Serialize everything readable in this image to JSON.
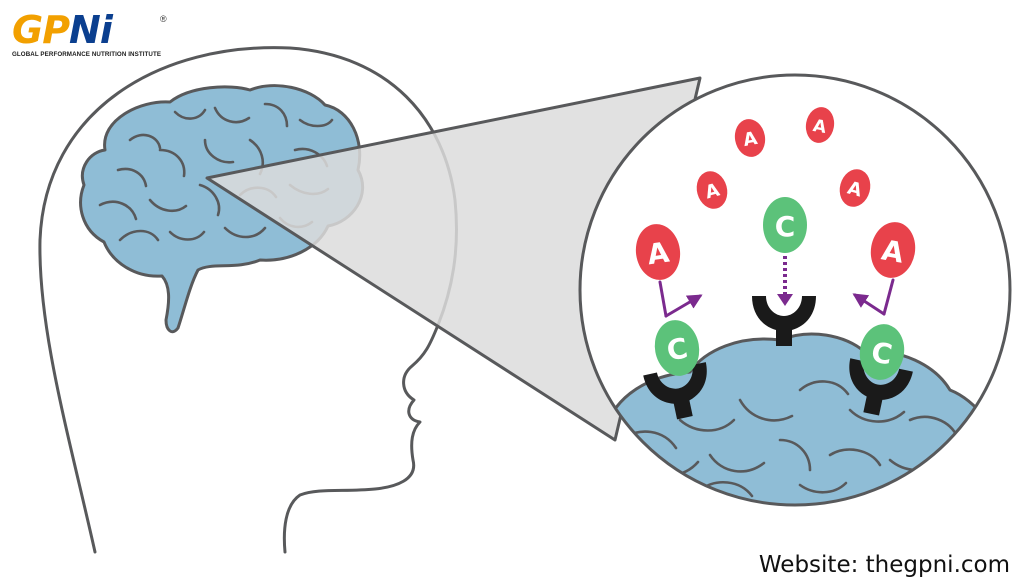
{
  "logo": {
    "word_part1": "GP",
    "word_part2": "Ni",
    "registered": "®",
    "tagline": "GLOBAL PERFORMANCE NUTRITION INSTITUTE"
  },
  "molecules": {
    "adenosine_letter": "A",
    "caffeine_letter": "C"
  },
  "website": "Website: thegpni.com",
  "colors": {
    "brain": "#8fbdd6",
    "outline": "#58595b",
    "adenosine": "#e8424b",
    "caffeine": "#5cc27a",
    "arrow": "#7b2a8e",
    "receptor": "#1a1a1a",
    "logo_orange": "#f2a000",
    "logo_blue": "#0b3f8f"
  }
}
